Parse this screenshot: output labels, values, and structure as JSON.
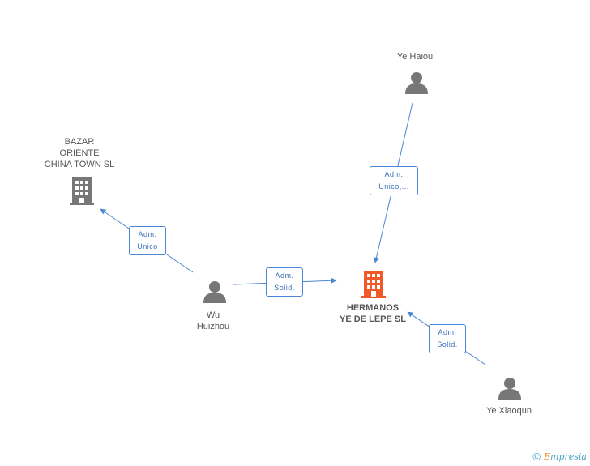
{
  "nodes": {
    "bazar": {
      "label": "BAZAR\nORIENTE\nCHINA TOWN SL",
      "icon": "building-icon",
      "color": "#777777"
    },
    "hermanos": {
      "label": "HERMANOS\nYE DE LEPE SL",
      "icon": "building-icon",
      "color": "#f05a28"
    },
    "ye_haiou": {
      "label": "Ye Haiou",
      "icon": "person-icon",
      "color": "#777777"
    },
    "wu_huizhou": {
      "label": "Wu\nHuizhou",
      "icon": "person-icon",
      "color": "#777777"
    },
    "ye_xiaoqun": {
      "label": "Ye Xiaoqun",
      "icon": "person-icon",
      "color": "#777777"
    }
  },
  "edges": [
    {
      "from": "wu_huizhou",
      "to": "bazar",
      "label": "Adm.\nUnico"
    },
    {
      "from": "wu_huizhou",
      "to": "hermanos",
      "label": "Adm.\nSolid."
    },
    {
      "from": "ye_haiou",
      "to": "hermanos",
      "label": "Adm.\nUnico,..."
    },
    {
      "from": "ye_xiaoqun",
      "to": "hermanos",
      "label": "Adm.\nSolid."
    }
  ],
  "edge_color": "#4a86d4",
  "brand": {
    "copyright": "©",
    "name_first": "E",
    "name_rest": "mpresia"
  }
}
